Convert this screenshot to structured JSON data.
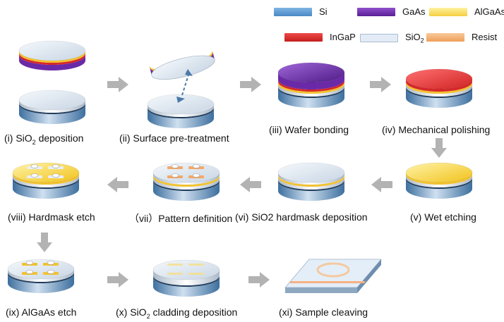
{
  "legend": [
    {
      "name": "Si",
      "color": "#5b9bd5"
    },
    {
      "name": "GaAs",
      "color": "#7030a0"
    },
    {
      "name": "AlGaAs",
      "color": "#ffe27a"
    },
    {
      "name": "InGaP",
      "color": "#e02020"
    },
    {
      "name": "SiO2",
      "color": "#dde8f3"
    },
    {
      "name": "Resist",
      "color": "#f4b183"
    }
  ],
  "steps": [
    {
      "id": "i",
      "pre": "(i) SiO",
      "sub": "2",
      "post": " deposition"
    },
    {
      "id": "ii",
      "pre": "(ii) Surface pre-treatment",
      "sub": "",
      "post": ""
    },
    {
      "id": "iii",
      "pre": "(iii) Wafer bonding",
      "sub": "",
      "post": ""
    },
    {
      "id": "iv",
      "pre": "(iv) Mechanical polishing",
      "sub": "",
      "post": ""
    },
    {
      "id": "v",
      "pre": "(v) Wet etching",
      "sub": "",
      "post": ""
    },
    {
      "id": "vi",
      "pre": "(vi) SiO2 hardmask deposition",
      "sub": "",
      "post": ""
    },
    {
      "id": "vii",
      "pre": "（vii）Pattern definition",
      "sub": "",
      "post": ""
    },
    {
      "id": "viii",
      "pre": "(viii) Hardmask etch",
      "sub": "",
      "post": ""
    },
    {
      "id": "ix",
      "pre": "(ix) AlGaAs etch",
      "sub": "",
      "post": ""
    },
    {
      "id": "x",
      "pre": "(x) SiO",
      "sub": "2",
      "post": " cladding deposition"
    },
    {
      "id": "xi",
      "pre": "(xi) Sample cleaving",
      "sub": "",
      "post": ""
    }
  ]
}
